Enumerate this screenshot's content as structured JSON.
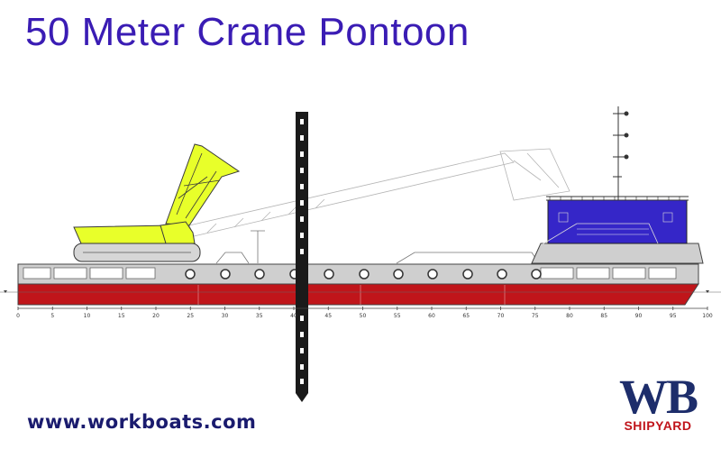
{
  "title": "50 Meter Crane Pontoon",
  "website": "www.workboats.com",
  "logo": {
    "mark": "WB",
    "sub": "SHIPYARD"
  },
  "scale": {
    "ticks": [
      "0",
      "5",
      "10",
      "15",
      "20",
      "25",
      "30",
      "35",
      "40",
      "45",
      "50",
      "55",
      "60",
      "65",
      "70",
      "75",
      "80",
      "85",
      "90",
      "95",
      "100"
    ]
  },
  "colors": {
    "title": "#3a1cb4",
    "hull": "#c0151a",
    "deck": "#cfcfcf",
    "crane": "#e8ff2a",
    "deckhouse": "#3526c8",
    "spud": "#1a1a1a"
  },
  "icons": {
    "waterline": "waterline-triangle-icon",
    "porthole": "circle-porthole"
  }
}
